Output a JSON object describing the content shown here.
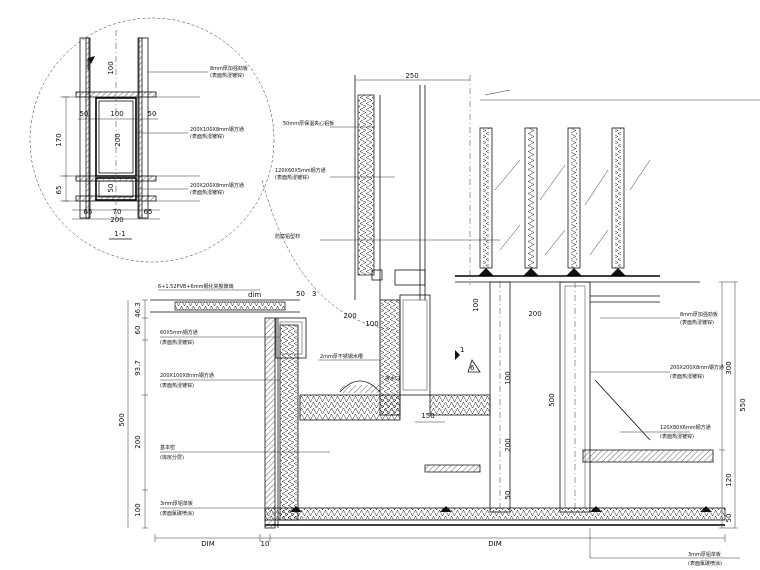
{
  "detail": {
    "section_label": "1-1",
    "top_dim": "250",
    "callout_marks": [
      "1",
      "6"
    ],
    "dims_detail": {
      "top_100": "100",
      "left_170": "170",
      "left_65": "65",
      "mid_50_left": "50",
      "mid_100": "100",
      "mid_50_right": "50",
      "mid_200": "200",
      "mid_50_lower": "50",
      "bottom_65_left": "65",
      "bottom_70": "70",
      "bottom_65_right": "65",
      "bottom_200": "200"
    },
    "dims_main": {
      "top_dim_glass": "dim",
      "top_50": "50",
      "top_3": "3",
      "left_46_3": "46.3",
      "left_60": "60",
      "left_93_7": "93.7",
      "left_500": "500",
      "left_200": "200",
      "left_100": "100",
      "inner_100": "100",
      "inner_200": "200",
      "inner_150": "150",
      "col_100_top": "100",
      "col_200": "200",
      "col_100": "100",
      "col_200_lower": "200",
      "col_50": "50",
      "col_500": "500",
      "right_300": "300",
      "right_550": "550",
      "right_120": "120",
      "right_50": "50",
      "bottom_dim_left": "DIM",
      "bottom_10": "10",
      "bottom_dim_right": "DIM"
    }
  },
  "annotations_detail": [
    {
      "id": "a1",
      "lines": [
        "8mm厚加强劲板",
        "(表面热浸镀锌)"
      ]
    },
    {
      "id": "a2",
      "lines": [
        "200X100X8mm钢方通",
        "(表面热浸镀锌)"
      ]
    },
    {
      "id": "a3",
      "lines": [
        "200X200X8mm钢方通",
        "(表面热浸镀锌)"
      ]
    }
  ],
  "annotations_main": [
    {
      "id": "m1",
      "lines": [
        "50mm厚保温夹心铝板"
      ]
    },
    {
      "id": "m2",
      "lines": [
        "120X60X5mm钢方通",
        "(表面热浸镀锌)"
      ]
    },
    {
      "id": "m3",
      "lines": [
        "防腐铝型材"
      ]
    },
    {
      "id": "m4",
      "lines": [
        "6+1.52PVB+6mm钢化夹胶玻璃"
      ]
    },
    {
      "id": "m5",
      "lines": [
        "60X5mm钢方通",
        "(表面热浸镀锌)"
      ]
    },
    {
      "id": "m6",
      "lines": [
        "200X100X8mm钢方通",
        "(表面热浸镀锌)"
      ]
    },
    {
      "id": "m7",
      "lines": [
        "2mm厚不锈钢水槽"
      ]
    },
    {
      "id": "m8",
      "lines": [
        "排水口"
      ]
    },
    {
      "id": "m9",
      "lines": [
        "8mm厚加强劲板",
        "(表面热浸镀锌)"
      ]
    },
    {
      "id": "m10",
      "lines": [
        "200X200X8mm钢方通",
        "(表面热浸镀锌)"
      ]
    },
    {
      "id": "m11",
      "lines": [
        "120X80X6mm钢方通",
        "(表面热浸镀锌)"
      ]
    },
    {
      "id": "m12",
      "lines": [
        "基本密",
        "(库房分层)"
      ]
    },
    {
      "id": "m13",
      "lines": [
        "3mm厚铝单板",
        "(表面氟碳喷涂)"
      ]
    },
    {
      "id": "m14",
      "lines": [
        "3mm厚铝单板",
        "(表面氟碳喷涂)"
      ]
    }
  ]
}
